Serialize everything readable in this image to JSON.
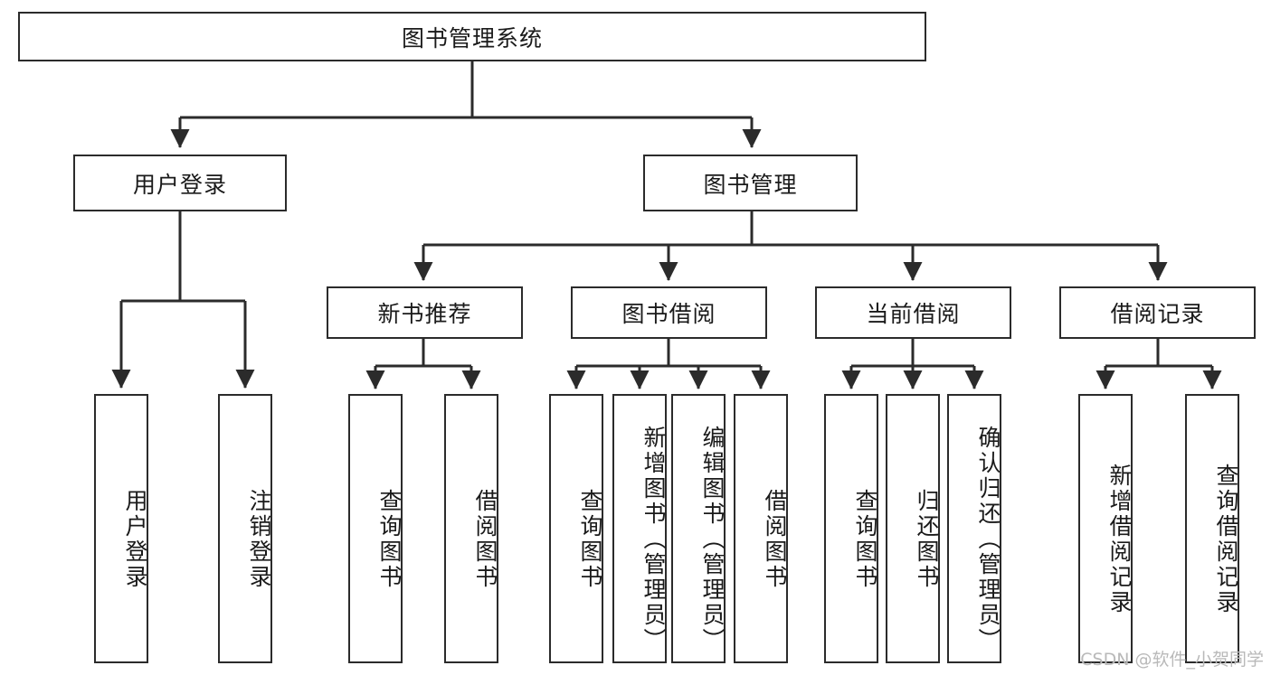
{
  "diagram": {
    "type": "tree-hierarchy",
    "title": "图书管理系统",
    "root": {
      "id": "root",
      "label": "图书管理系统",
      "orientation": "horizontal"
    },
    "level2": [
      {
        "id": "user-login",
        "label": "用户登录",
        "orientation": "horizontal"
      },
      {
        "id": "book-manage",
        "label": "图书管理",
        "orientation": "horizontal"
      }
    ],
    "level3": [
      {
        "id": "new-book-recommend",
        "label": "新书推荐",
        "orientation": "horizontal"
      },
      {
        "id": "book-borrow",
        "label": "图书借阅",
        "orientation": "horizontal"
      },
      {
        "id": "current-borrow",
        "label": "当前借阅",
        "orientation": "horizontal"
      },
      {
        "id": "borrow-record",
        "label": "借阅记录",
        "orientation": "horizontal"
      }
    ],
    "leaves": {
      "user-login": [
        {
          "id": "leaf-user-login",
          "label": "用户登录",
          "orientation": "vertical"
        },
        {
          "id": "leaf-logout-login",
          "label": "注销登录",
          "orientation": "vertical"
        }
      ],
      "new-book-recommend": [
        {
          "id": "leaf-query-book-1",
          "label": "查询图书",
          "orientation": "vertical"
        },
        {
          "id": "leaf-borrow-book-1",
          "label": "借阅图书",
          "orientation": "vertical"
        }
      ],
      "book-borrow": [
        {
          "id": "leaf-query-book-2",
          "label": "查询图书",
          "orientation": "vertical"
        },
        {
          "id": "leaf-add-book-admin",
          "label": "新增图书（管理员）",
          "orientation": "vertical"
        },
        {
          "id": "leaf-edit-book-admin",
          "label": "编辑图书（管理员）",
          "orientation": "vertical"
        },
        {
          "id": "leaf-borrow-book-2",
          "label": "借阅图书",
          "orientation": "vertical"
        }
      ],
      "current-borrow": [
        {
          "id": "leaf-query-book-3",
          "label": "查询图书",
          "orientation": "vertical"
        },
        {
          "id": "leaf-return-book",
          "label": "归还图书",
          "orientation": "vertical"
        },
        {
          "id": "leaf-confirm-return-admin",
          "label": "确认归还（管理员）",
          "orientation": "vertical"
        }
      ],
      "borrow-record": [
        {
          "id": "leaf-add-borrow-record",
          "label": "新增借阅记录",
          "orientation": "vertical"
        },
        {
          "id": "leaf-query-borrow-record",
          "label": "查询借阅记录",
          "orientation": "vertical"
        }
      ]
    },
    "colors": {
      "stroke": "#2b2b2b",
      "fill": "#ffffff",
      "text": "#1a1a1a",
      "watermark": "#b9b9b9"
    }
  },
  "watermark": {
    "text": "CSDN @软件_小贺同学"
  }
}
